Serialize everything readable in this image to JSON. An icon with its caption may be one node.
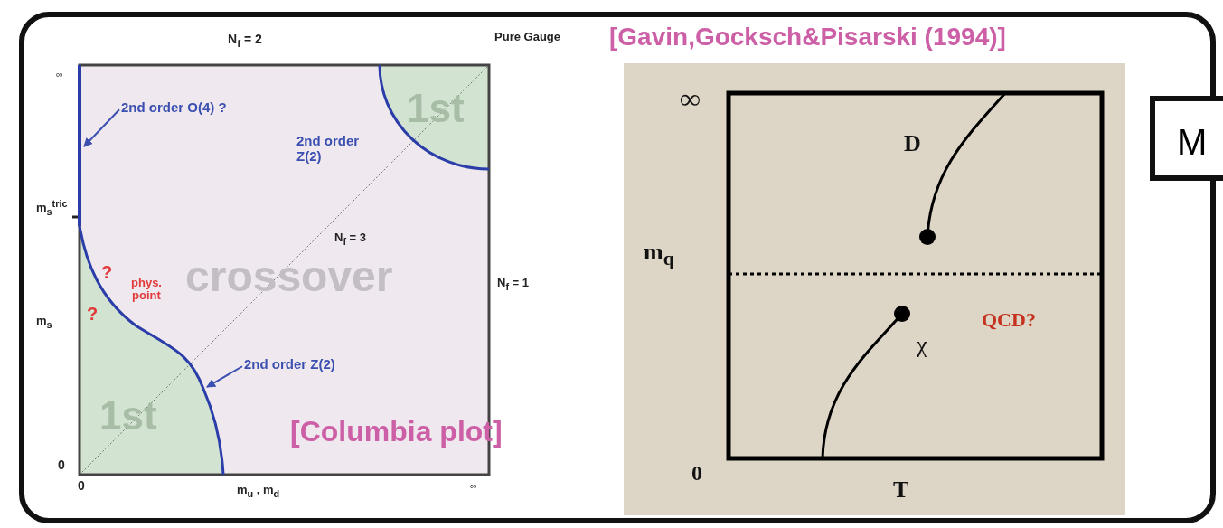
{
  "diagram": {
    "nodes": [
      {
        "text": [
          "2nd order O(4) ?"
        ]
      },
      {
        "text": [
          "2nd order Z(2)"
        ]
      },
      {
        "text": [
          "M"
        ]
      },
      {
        "text": [],
        "shape": "line"
      },
      {
        "text": [],
        "shape": "curve"
      }
    ],
    "edges": [
      {
        "from": 0,
        "to": 3,
        "arrow": "to"
      },
      {
        "from": 1,
        "to": 4,
        "arrow": "to"
      }
    ],
    "labels": [
      "N$_{f}$ = 2",
      "Pure Gauge",
      "∞",
      "m$_{s}$$^{tric}$",
      "2nd order Z(2)",
      "N$_{f}$ = 3",
      "crossover",
      "?",
      "phys. point",
      "?",
      "N$_{f}$ = 1",
      "m$_{s}$",
      "1st",
      "1st",
      "0",
      "0",
      "m$_{u}$ , m$_{d}$",
      "∞",
      "[Columbia plot]",
      "[Gavin,Gocksch&Pisarski (1994)]",
      "∞",
      "D",
      "m$_{q}$",
      "QCD?",
      "χ",
      "0",
      "T"
    ]
  }
}
